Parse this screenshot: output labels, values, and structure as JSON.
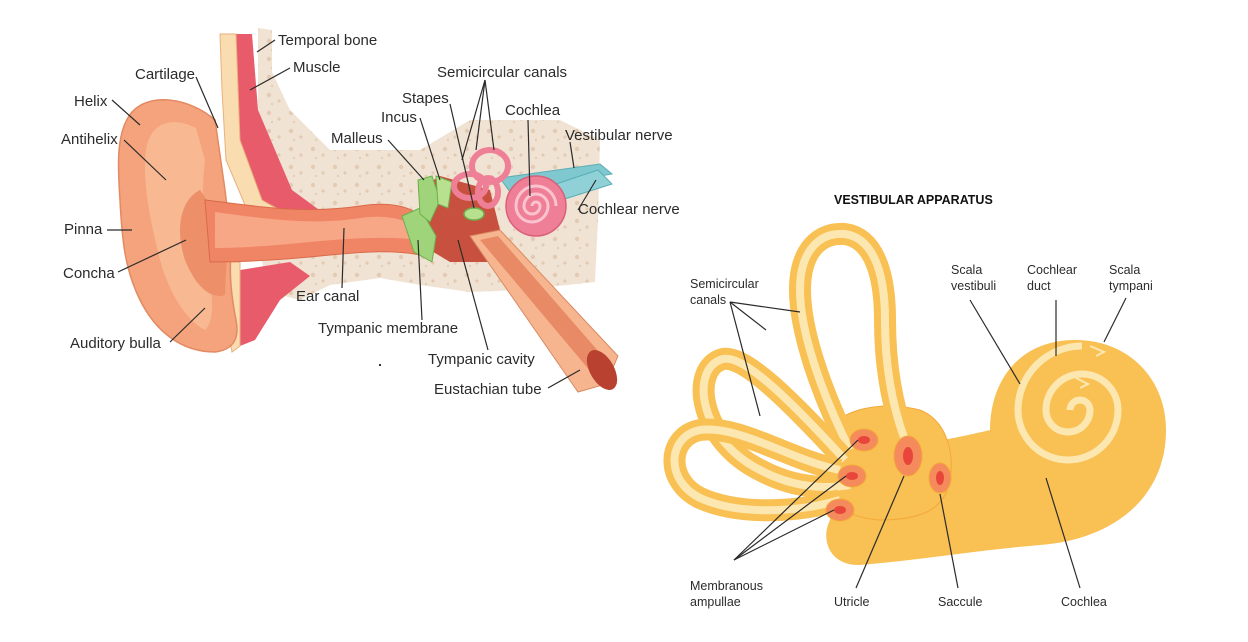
{
  "ear_labels": {
    "temporal_bone": "Temporal bone",
    "muscle": "Muscle",
    "cartilage": "Cartilage",
    "helix": "Helix",
    "antihelix": "Antihelix",
    "semicircular_canals": "Semicircular canals",
    "stapes": "Stapes",
    "incus": "Incus",
    "malleus": "Malleus",
    "cochlea": "Cochlea",
    "vestibular_nerve": "Vestibular nerve",
    "cochlear_nerve": "Cochlear nerve",
    "pinna": "Pinna",
    "concha": "Concha",
    "ear_canal": "Ear canal",
    "tympanic_membrane": "Tympanic membrane",
    "auditory_bulla": "Auditory bulla",
    "tympanic_cavity": "Tympanic cavity",
    "eustachian_tube": "Eustachian tube"
  },
  "vestibular": {
    "title": "VESTIBULAR APPARATUS",
    "semicircular_1": "Semicircular",
    "semicircular_2": "canals",
    "scala_vestibuli_1": "Scala",
    "scala_vestibuli_2": "vestibuli",
    "cochlear_duct_1": "Cochlear",
    "cochlear_duct_2": "duct",
    "scala_tympani_1": "Scala",
    "scala_tympani_2": "tympani",
    "membranous_1": "Membranous",
    "membranous_2": "ampullae",
    "utricle": "Utricle",
    "saccule": "Saccule",
    "cochlea": "Cochlea"
  },
  "colors": {
    "bone": "#f1e3d3",
    "skin": "#f4a37c",
    "skin_dark": "#e9805a",
    "cartilage": "#f9dcb0",
    "muscle": "#e85b6b",
    "canal": "#f08565",
    "cavity": "#c8503e",
    "membrane": "#9fd47a",
    "cochlea_pink": "#ef7f96",
    "nerve": "#7fc8cf",
    "vestib_fill": "#f9c053",
    "vestib_light": "#fde7b0",
    "ampulla": "#f58a5c",
    "ampulla_core": "#e8463b"
  }
}
